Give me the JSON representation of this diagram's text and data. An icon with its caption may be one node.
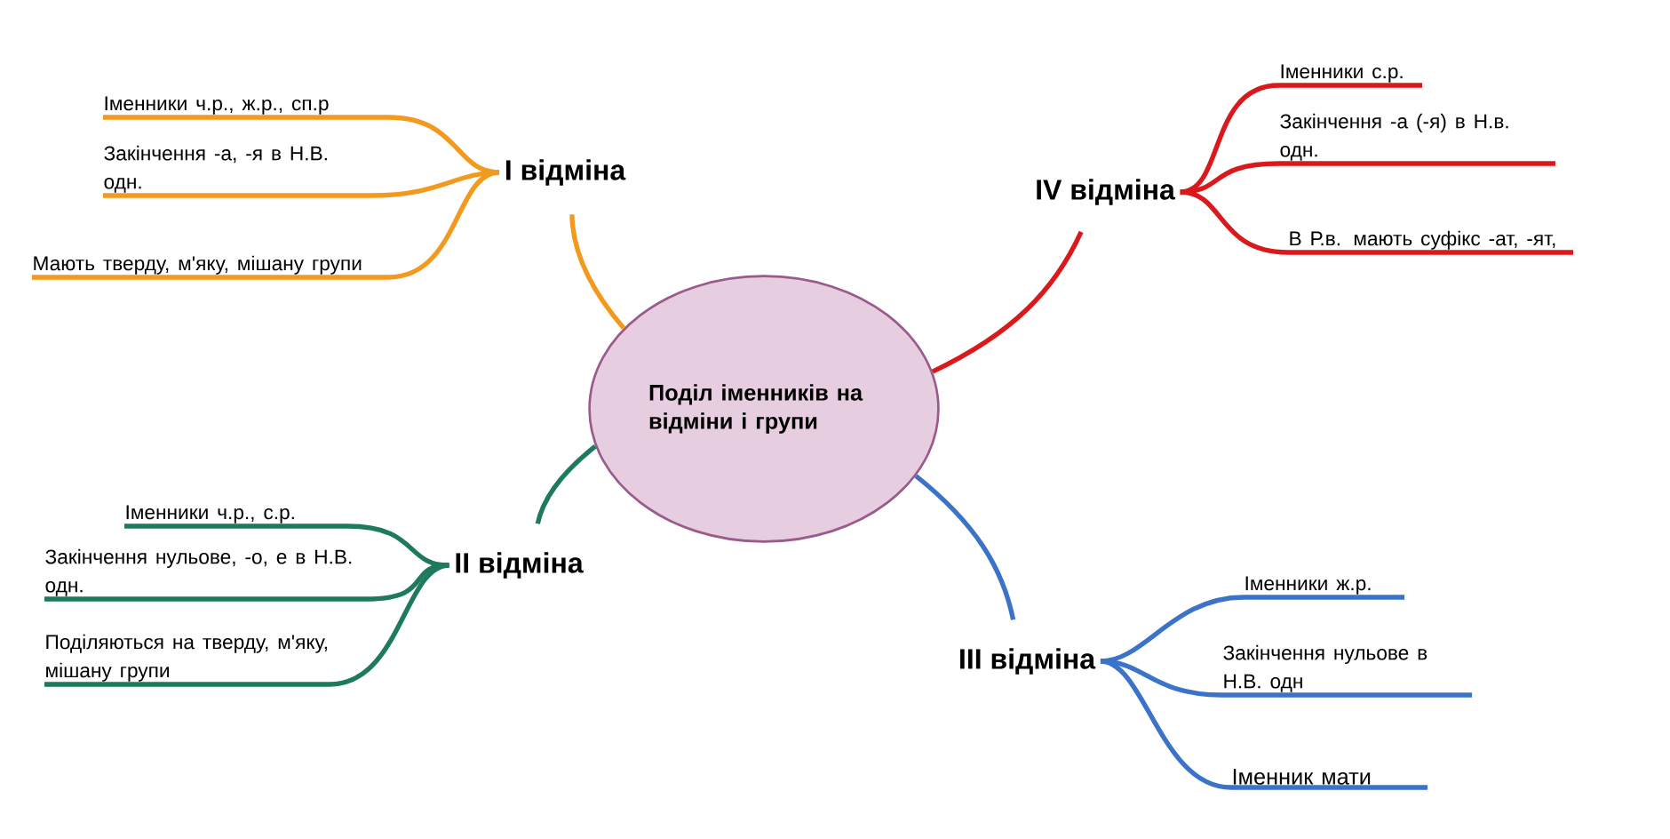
{
  "diagram": {
    "nodes": [
      {
        "text": [
          "Поділ іменників на відміни і групи"
        ]
      },
      {
        "text": [
          "І відміна"
        ]
      },
      {
        "text": [
          "Іменники ч.р., ж.р., сп.р"
        ]
      },
      {
        "text": [
          "Закінчення -а, -я в Н.В. одн."
        ]
      },
      {
        "text": [
          "Мають тверду, м'яку, мішану групи"
        ]
      },
      {
        "text": [
          "ІV відміна"
        ]
      },
      {
        "text": [
          "Іменники с.р."
        ]
      },
      {
        "text": [
          "Закінчення -а (-я) в Н.в. одн."
        ]
      },
      {
        "text": [
          "В Р.в. мають суфікс -ат, -ят,"
        ]
      },
      {
        "text": [
          "ІІ відміна"
        ]
      },
      {
        "text": [
          "Іменники ч.р., с.р."
        ]
      },
      {
        "text": [
          "Закінчення нульове, -о, е в Н.В. одн."
        ]
      },
      {
        "text": [
          "Поділяються на тверду, м'яку, мішану групи"
        ]
      },
      {
        "text": [
          "ІІІ відміна"
        ]
      },
      {
        "text": [
          "Іменники ж.р."
        ]
      },
      {
        "text": [
          "Закінчення нульове в Н.В. одн"
        ]
      },
      {
        "text": [
          "Іменник мати"
        ]
      }
    ],
    "edges": [
      {
        "from": 0,
        "to": 1,
        "arrow": "none",
        "color": "#f39a1e"
      },
      {
        "from": 1,
        "to": 2,
        "arrow": "none",
        "color": "#f39a1e"
      },
      {
        "from": 1,
        "to": 3,
        "arrow": "none",
        "color": "#f39a1e"
      },
      {
        "from": 1,
        "to": 4,
        "arrow": "none",
        "color": "#f39a1e"
      },
      {
        "from": 0,
        "to": 5,
        "arrow": "none",
        "color": "#d9191c"
      },
      {
        "from": 5,
        "to": 6,
        "arrow": "none",
        "color": "#d9191c"
      },
      {
        "from": 5,
        "to": 7,
        "arrow": "none",
        "color": "#d9191c"
      },
      {
        "from": 5,
        "to": 8,
        "arrow": "none",
        "color": "#d9191c"
      },
      {
        "from": 0,
        "to": 9,
        "arrow": "none",
        "color": "#1e7a5e"
      },
      {
        "from": 9,
        "to": 10,
        "arrow": "none",
        "color": "#1e7a5e"
      },
      {
        "from": 9,
        "to": 11,
        "arrow": "none",
        "color": "#1e7a5e"
      },
      {
        "from": 9,
        "to": 12,
        "arrow": "none",
        "color": "#1e7a5e"
      },
      {
        "from": 0,
        "to": 13,
        "arrow": "none",
        "color": "#3b73c8"
      },
      {
        "from": 13,
        "to": 14,
        "arrow": "none",
        "color": "#3b73c8"
      },
      {
        "from": 13,
        "to": 15,
        "arrow": "none",
        "color": "#3b73c8"
      },
      {
        "from": 13,
        "to": 16,
        "arrow": "none",
        "color": "#3b73c8"
      }
    ]
  }
}
